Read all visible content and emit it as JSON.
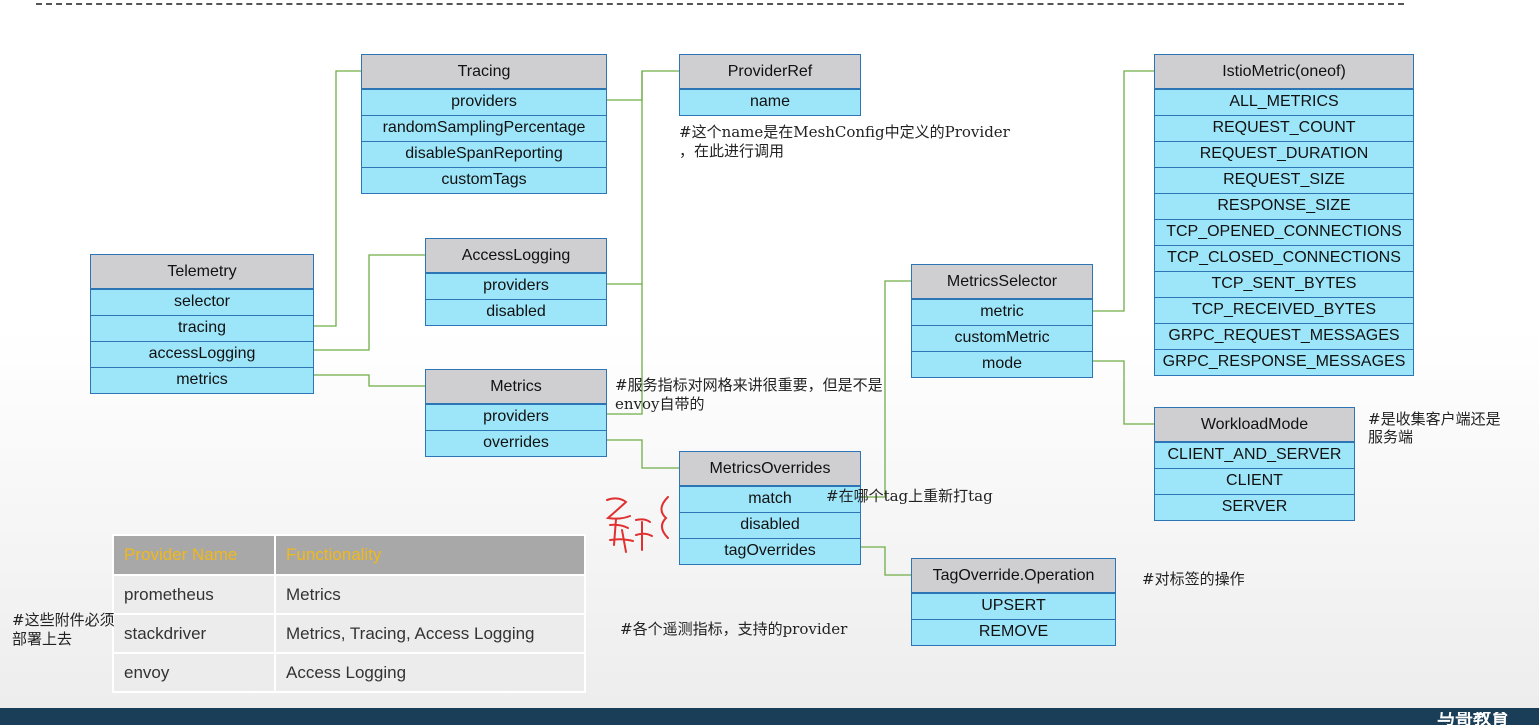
{
  "boxes": {
    "tracing": {
      "title": "Tracing",
      "rows": [
        "providers",
        "randomSamplingPercentage",
        "disableSpanReporting",
        "customTags"
      ]
    },
    "providerref": {
      "title": "ProviderRef",
      "rows": [
        "name"
      ]
    },
    "istiometric": {
      "title": "IstioMetric(oneof)",
      "rows": [
        "ALL_METRICS",
        "REQUEST_COUNT",
        "REQUEST_DURATION",
        "REQUEST_SIZE",
        "RESPONSE_SIZE",
        "TCP_OPENED_CONNECTIONS",
        "TCP_CLOSED_CONNECTIONS",
        "TCP_SENT_BYTES",
        "TCP_RECEIVED_BYTES",
        "GRPC_REQUEST_MESSAGES",
        "GRPC_RESPONSE_MESSAGES"
      ]
    },
    "telemetry": {
      "title": "Telemetry",
      "rows": [
        "selector",
        "tracing",
        "accessLogging",
        "metrics"
      ]
    },
    "accesslogging": {
      "title": "AccessLogging",
      "rows": [
        "providers",
        "disabled"
      ]
    },
    "metricsselector": {
      "title": "MetricsSelector",
      "rows": [
        "metric",
        "customMetric",
        "mode"
      ]
    },
    "metrics": {
      "title": "Metrics",
      "rows": [
        "providers",
        "overrides"
      ]
    },
    "workloadmode": {
      "title": "WorkloadMode",
      "rows": [
        "CLIENT_AND_SERVER",
        "CLIENT",
        "SERVER"
      ]
    },
    "metricsoverrides": {
      "title": "MetricsOverrides",
      "rows": [
        "match",
        "disabled",
        "tagOverrides"
      ]
    },
    "tagoverride": {
      "title": "TagOverride.Operation",
      "rows": [
        "UPSERT",
        "REMOVE"
      ]
    }
  },
  "notes": {
    "providerref_line1": "#这个name是在MeshConfig中定义的Provider",
    "providerref_line2": "，在此进行调用",
    "metrics_line1": "#服务指标对网格来讲很重要，但是不是",
    "metrics_line2": "envoy自带的",
    "workload_line1": "#是收集客户端还是",
    "workload_line2": "服务端",
    "match": "#在哪个tag上重新打tag",
    "tagop": "#对标签的操作",
    "providers": "#各个遥测指标，支持的provider",
    "addons_line1": "#这些附件必须",
    "addons_line2": "部署上去"
  },
  "table": {
    "headers": [
      "Provider Name",
      "Functionality"
    ],
    "rows": [
      [
        "prometheus",
        "Metrics"
      ],
      [
        "stackdriver",
        "Metrics, Tracing, Access Logging"
      ],
      [
        "envoy",
        "Access Logging"
      ]
    ]
  },
  "footer": {
    "logo_text": "马哥教育"
  },
  "colors": {
    "connector": "#70ad47",
    "header_fill": "#cfcfd1",
    "row_fill": "#9de6fa",
    "border": "#2e75b6",
    "handwriting": "#e03030",
    "table_header_text": "#f2b818"
  }
}
